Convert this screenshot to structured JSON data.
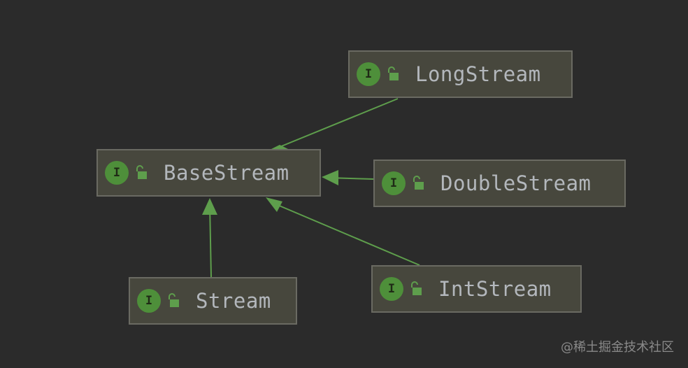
{
  "diagram": {
    "nodes": [
      {
        "id": "longstream",
        "label": "LongStream",
        "icon_badge": "I"
      },
      {
        "id": "basestream",
        "label": "BaseStream",
        "icon_badge": "I"
      },
      {
        "id": "doublestream",
        "label": "DoubleStream",
        "icon_badge": "I"
      },
      {
        "id": "stream",
        "label": "Stream",
        "icon_badge": "I"
      },
      {
        "id": "intstream",
        "label": "IntStream",
        "icon_badge": "I"
      }
    ],
    "edges": [
      {
        "from": "longstream",
        "to": "basestream"
      },
      {
        "from": "doublestream",
        "to": "basestream"
      },
      {
        "from": "intstream",
        "to": "basestream"
      },
      {
        "from": "stream",
        "to": "basestream"
      }
    ],
    "icons": {
      "interface": "interface-icon",
      "access": "open-lock-icon"
    },
    "colors": {
      "background": "#2b2b2b",
      "node_fill": "#47473d",
      "node_border": "#6a6a62",
      "label": "#b3b7bc",
      "badge": "#4e8f3a",
      "arrow": "#5e9e4c"
    }
  },
  "watermark": "@稀土掘金技术社区"
}
